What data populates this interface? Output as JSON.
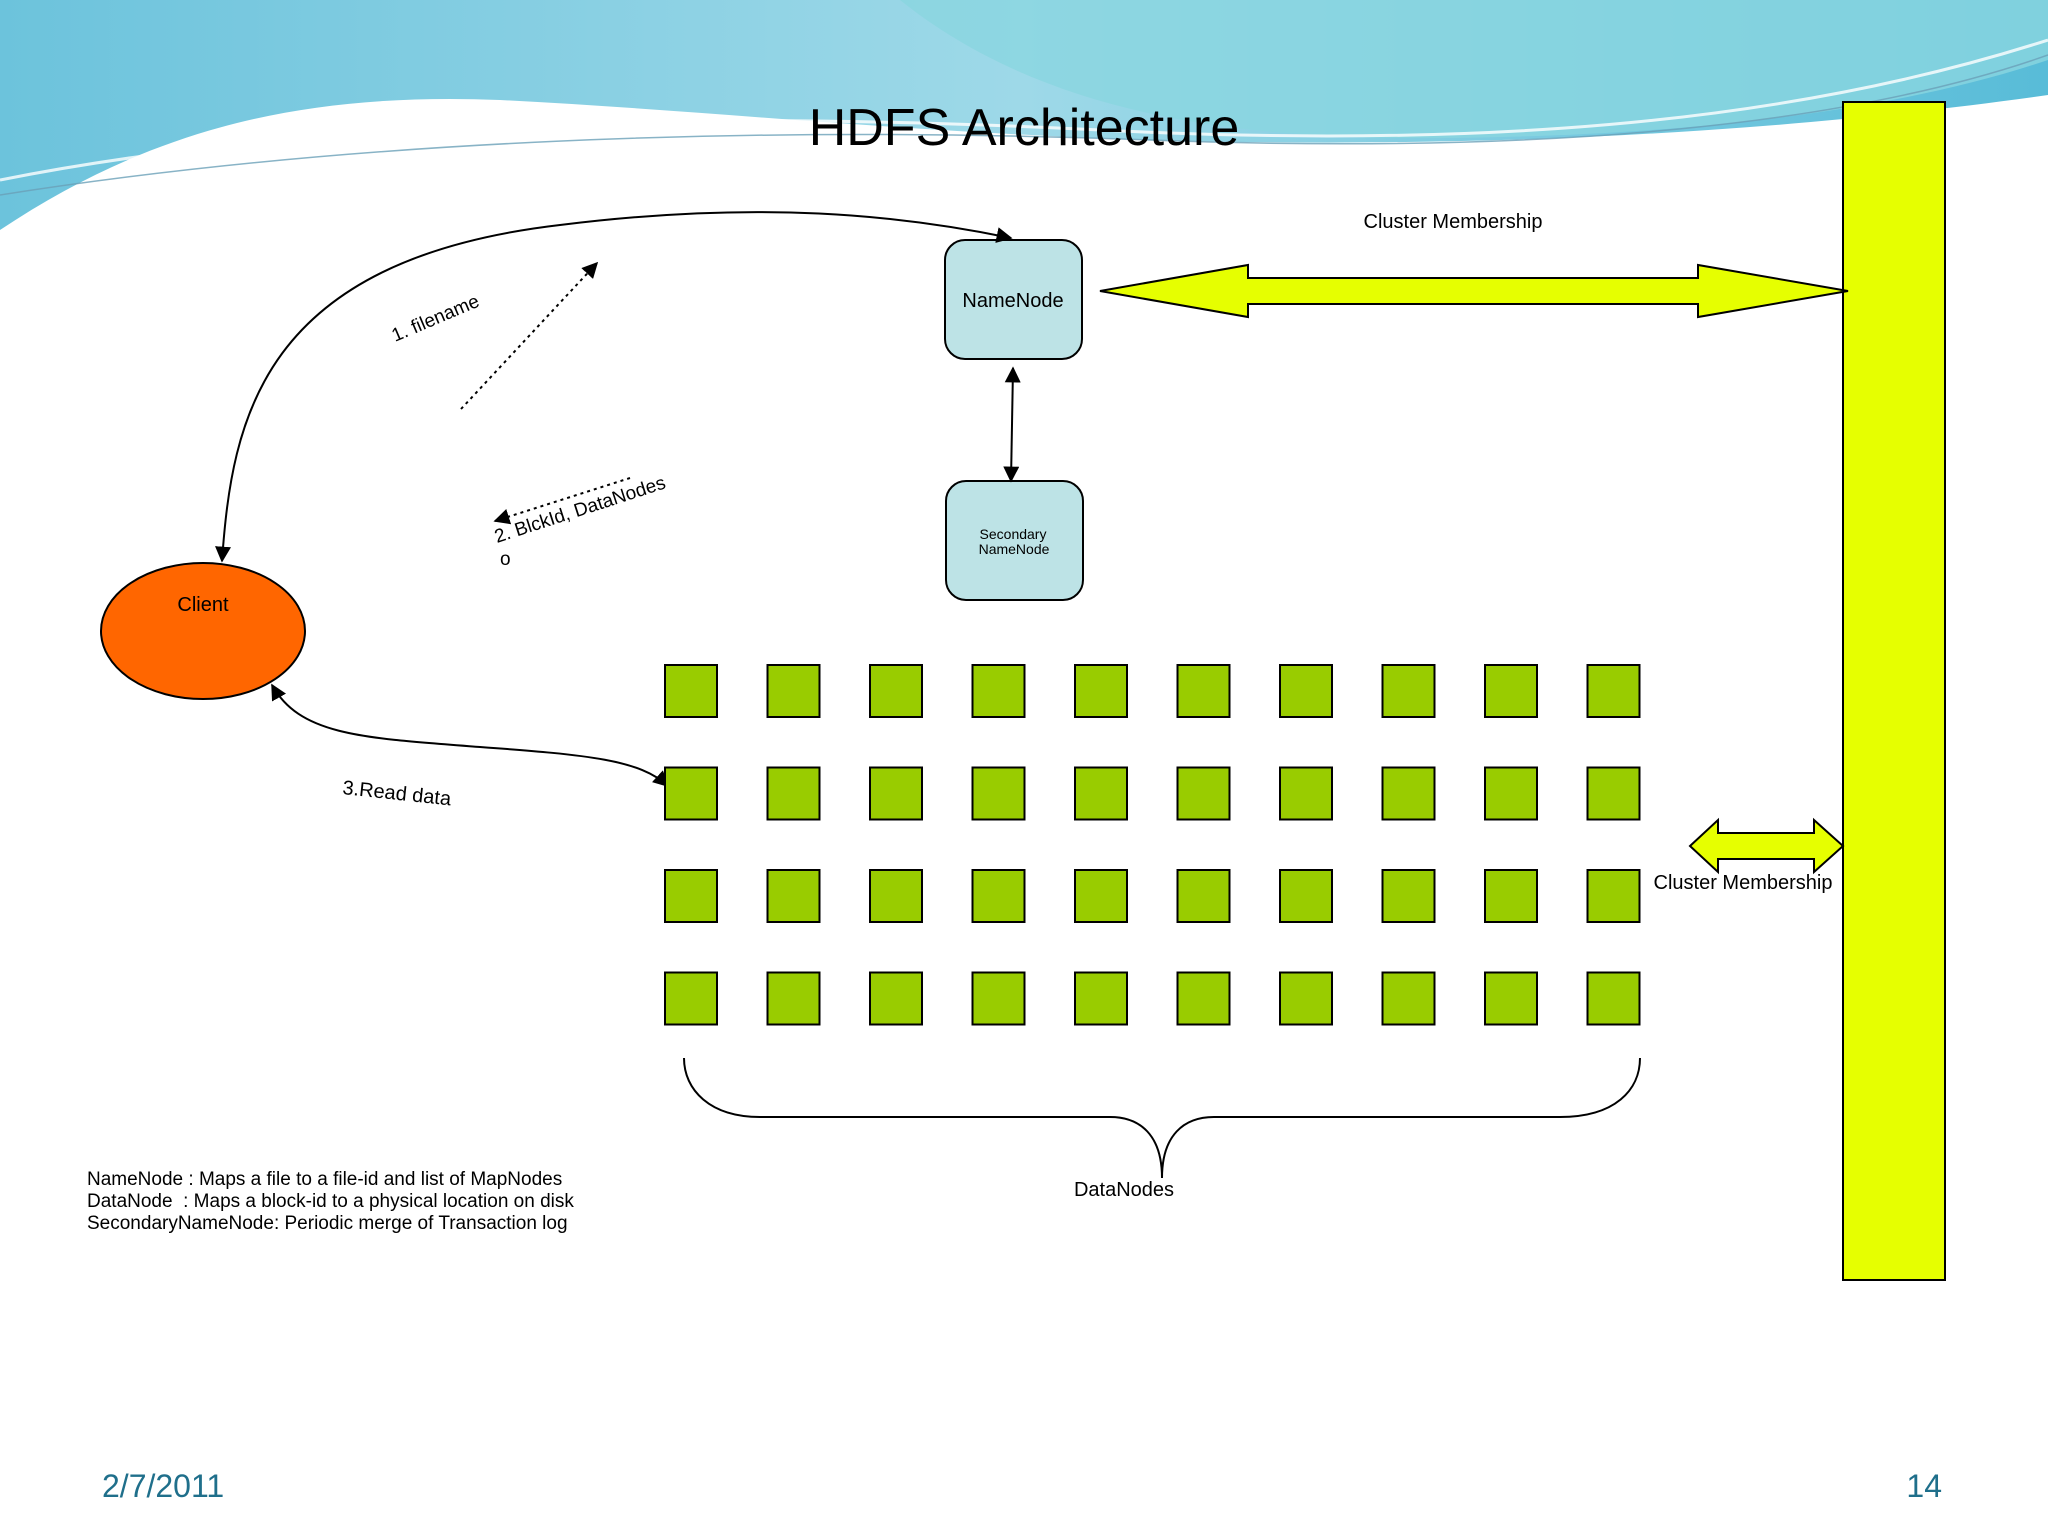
{
  "slide": {
    "title": "HDFS Architecture",
    "date": "2/7/2011",
    "page_number": "14"
  },
  "nodes": {
    "namenode": "NameNode",
    "secondary_line1": "Secondary",
    "secondary_line2": "NameNode",
    "client": "Client"
  },
  "arrow_labels": {
    "filename": "1. filename",
    "blockid": "2. BlckId, DataNodes",
    "blockid_suffix": "o",
    "read_data": "3.Read data"
  },
  "cluster": {
    "membership_top": "Cluster Membership",
    "membership_side": "Cluster Membership"
  },
  "datanodes": {
    "label": "DataNodes",
    "rows": 4,
    "cols": 10
  },
  "notes": [
    "NameNode : Maps a file to a file-id and list of MapNodes",
    "DataNode  : Maps a block-id to a physical location on disk",
    "SecondaryNameNode: Periodic merge of Transaction log"
  ],
  "colors": {
    "datanode_fill": "#99cc00",
    "client_fill": "#ff6600",
    "namenode_fill": "#bde3e6",
    "cluster_fill": "#e6ff00",
    "header_wave": "#7ecfe0",
    "footer_text": "#1f6f8b"
  }
}
